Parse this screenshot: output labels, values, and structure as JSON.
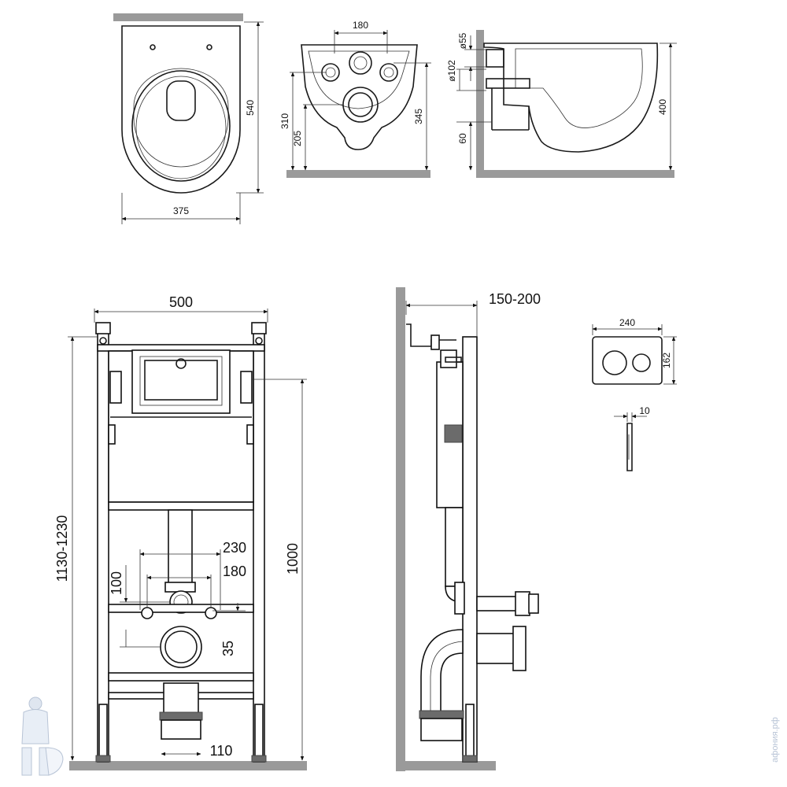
{
  "dimensions": {
    "bowl_top_width": "375",
    "bowl_top_length": "540",
    "bowl_front_inlet_spacing": "180",
    "bowl_front_height_310": "310",
    "bowl_front_height_205": "205",
    "bowl_front_height_345": "345",
    "bowl_side_d55": "ø55",
    "bowl_side_d102": "ø102",
    "bowl_side_60": "60",
    "bowl_side_400": "400",
    "frame_width": "500",
    "frame_height_range": "1130-1230",
    "frame_height_1000": "1000",
    "frame_bolt_230": "230",
    "frame_bolt_180": "180",
    "frame_100": "100",
    "frame_35": "35",
    "frame_110": "110",
    "wall_gap_range": "150-200",
    "plate_width": "240",
    "plate_height": "162",
    "plate_depth": "10"
  },
  "watermark": "афония.рф",
  "colors": {
    "line": "#1a1a1a",
    "floor": "#9a9a9a",
    "watermark": "#b8c4d6"
  }
}
